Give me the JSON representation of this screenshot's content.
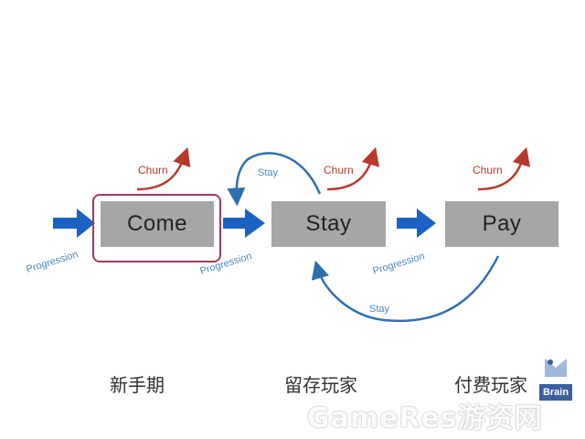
{
  "boxes": {
    "come": "Come",
    "stay": "Stay",
    "pay": "Pay"
  },
  "flow_labels": {
    "churn_1": "Churn",
    "churn_2": "Churn",
    "churn_3": "Churn",
    "progression_1": "Progression",
    "progression_2": "Progression",
    "progression_3": "Progression",
    "stay_loop": "Stay",
    "stay_return": "Stay"
  },
  "stage_labels": {
    "newbie": "新手期",
    "retained": "留存玩家",
    "paying": "付费玩家"
  },
  "watermark": {
    "text": "GameRes游资网"
  },
  "logo": {
    "text": "Brain"
  },
  "colors": {
    "box_fill": "#a6a6a6",
    "progression_arrow": "#1a62c4",
    "churn_arrow": "#b63a2c",
    "stay_arrow": "#2e6fb0",
    "highlight_border": "#a03c55",
    "progression_text": "#4a86c0",
    "churn_text": "#b63a2c"
  }
}
